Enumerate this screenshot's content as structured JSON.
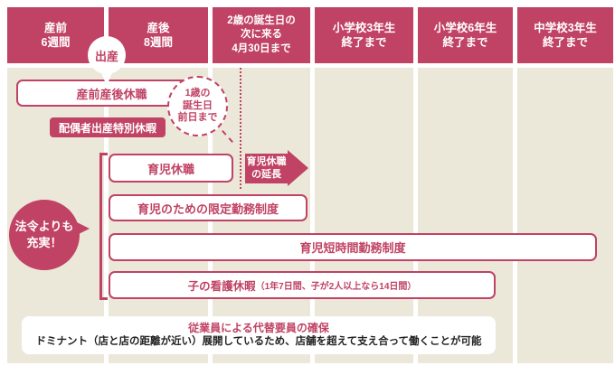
{
  "colors": {
    "accent": "#c04264",
    "band": "#ece8d9",
    "box_background": "#ffffff",
    "body_text": "#222222"
  },
  "header": {
    "columns": [
      {
        "lines": [
          "産前",
          "6週間"
        ]
      },
      {
        "lines": [
          "産後",
          "8週間"
        ]
      },
      {
        "lines": [
          "2歳の誕生日の",
          "次に来る",
          "4月30日まで"
        ]
      },
      {
        "lines": [
          "小学校3年生",
          "終了まで"
        ]
      },
      {
        "lines": [
          "小学校6年生",
          "終了まで"
        ]
      },
      {
        "lines": [
          "中学校3年生",
          "終了まで"
        ]
      }
    ]
  },
  "bubbles": {
    "birth": {
      "label": "出産"
    },
    "one_year": {
      "lines": [
        "1歳の",
        "誕生日",
        "前日まで"
      ]
    },
    "law": {
      "lines": [
        "法令よりも",
        "充実！"
      ]
    }
  },
  "programs": {
    "maternity": {
      "label": "産前産後休職"
    },
    "spouse_special": {
      "label": "配偶者出産特別休暇"
    },
    "childcare_leave": {
      "label": "育児休職"
    },
    "extension_arrow": {
      "lines": [
        "育児休職",
        "の延長"
      ]
    },
    "limited_work": {
      "label": "育児のための限定勤務制度"
    },
    "short_hours": {
      "label": "育児短時間勤務制度"
    },
    "nursing_leave": {
      "main": "子の看護休暇",
      "note": "（1年7日間、子が2人以上なら14日間）"
    }
  },
  "footer": {
    "title": "従業員による代替要員の確保",
    "body": "ドミナント（店と店の距離が近い）展開しているため、店舗を超えて支え合って働くことが可能"
  }
}
